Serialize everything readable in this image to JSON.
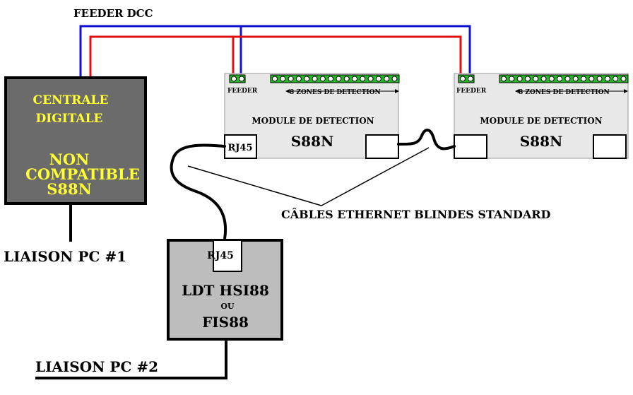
{
  "feeder_dcc": "FEEDER DCC",
  "centrale": {
    "line1": "CENTRALE",
    "line2": "DIGITALE",
    "line3": "NON",
    "line4": "COMPATIBLE",
    "line5": "S88N"
  },
  "liaison_pc1": "LIAISON PC #1",
  "liaison_pc2": "LIAISON PC #2",
  "module1": {
    "feeder": "FEEDER",
    "zones": "8 ZONES DE DETECTION",
    "title": "MODULE DE DETECTION",
    "name": "S88N",
    "port": "RJ45"
  },
  "module2": {
    "feeder": "FEEDER",
    "zones": "8 ZONES DE DETECTION",
    "title": "MODULE DE DETECTION",
    "name": "S88N"
  },
  "cables": "CÂBLES ETHERNET BLINDES STANDARD",
  "ldt": {
    "port": "RJ45",
    "line1": "LDT HSI88",
    "line2": "OU",
    "line3": "FIS88"
  },
  "colors": {
    "wire_blue": "#1010d0",
    "wire_red": "#e01010",
    "centrale_fill": "#6b6b6b",
    "centrale_text": "#ffff33",
    "module_fill": "#e8e8e8",
    "ldt_fill": "#bdbdbd",
    "terminal_green": "#22bb22"
  }
}
